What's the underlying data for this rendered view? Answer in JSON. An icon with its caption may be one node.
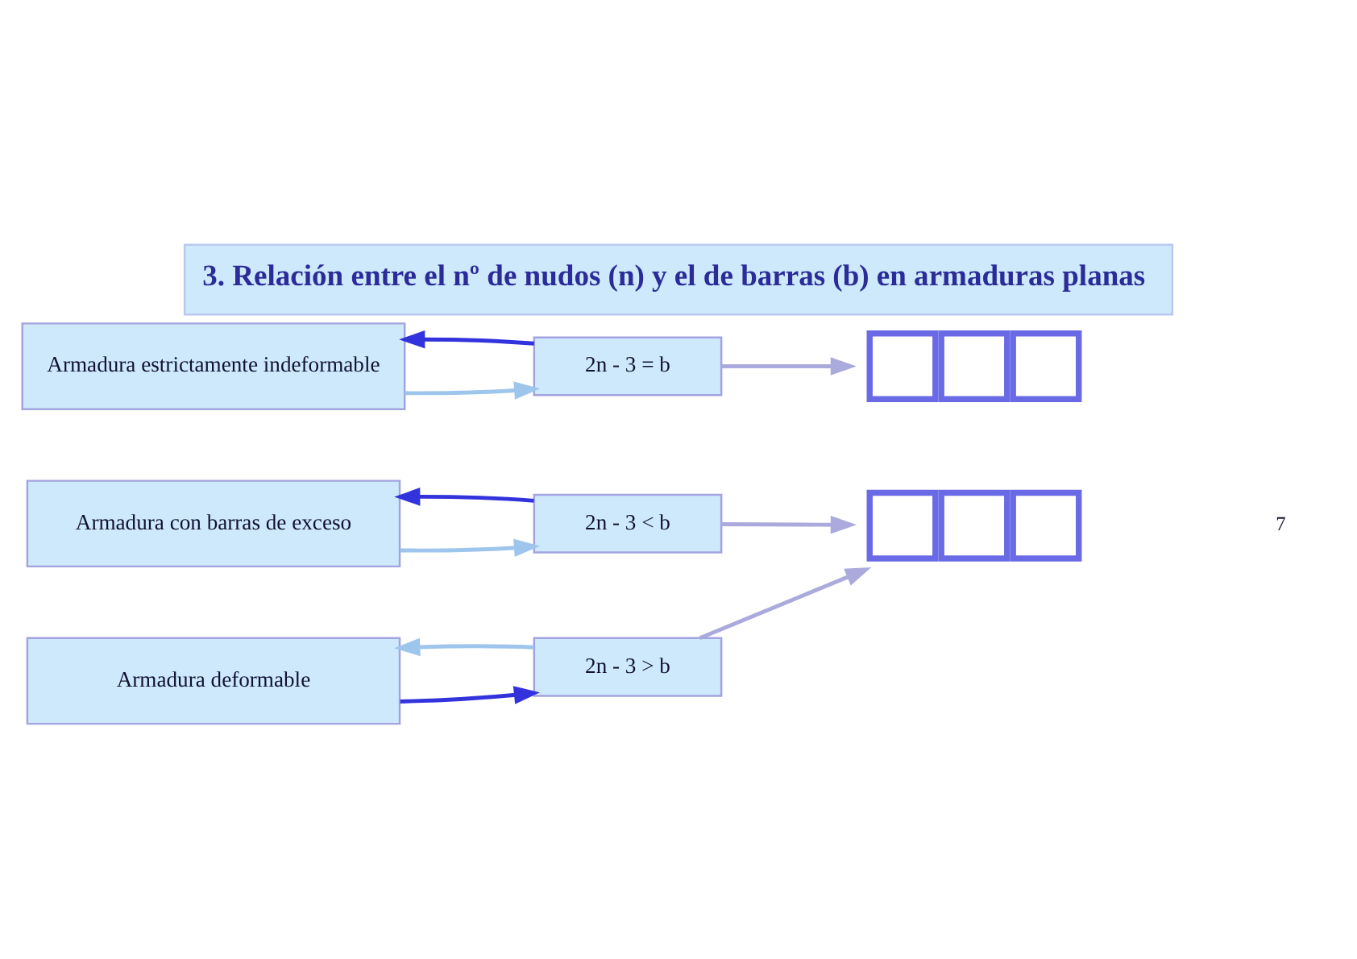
{
  "diagram": {
    "title": "3. Relación entre el nº de nudos (n) y el de barras (b) en armaduras planas",
    "nodes": [
      {
        "text": [
          "Armadura estrictamente indeformable"
        ]
      },
      {
        "text": [
          "2n - 3 = b"
        ]
      },
      {
        "text": [
          "Armadura con barras de exceso"
        ]
      },
      {
        "text": [
          "2n - 3 < b"
        ]
      },
      {
        "text": [
          "Armadura deformable"
        ]
      },
      {
        "text": [
          "2n - 3 > b"
        ]
      },
      {
        "text": [],
        "shape": "picture"
      },
      {
        "text": [],
        "shape": "picture"
      }
    ],
    "edges": [
      {
        "from": 0,
        "to": 1,
        "arrow": "to"
      },
      {
        "from": 1,
        "to": 0,
        "arrow": "to",
        "color": "#3333dd"
      },
      {
        "from": 1,
        "to": 6,
        "arrow": "to",
        "color": "#aaaadd"
      },
      {
        "from": 2,
        "to": 3,
        "arrow": "to"
      },
      {
        "from": 3,
        "to": 2,
        "arrow": "to",
        "color": "#3333dd"
      },
      {
        "from": 3,
        "to": 7,
        "arrow": "to",
        "color": "#aaaadd"
      },
      {
        "from": 4,
        "to": 5,
        "arrow": "to",
        "color": "#3333dd"
      },
      {
        "from": 5,
        "to": 4,
        "arrow": "to"
      },
      {
        "from": 5,
        "to": 7,
        "arrow": "to",
        "color": "#aaaadd"
      }
    ],
    "labels": [
      "7"
    ]
  }
}
